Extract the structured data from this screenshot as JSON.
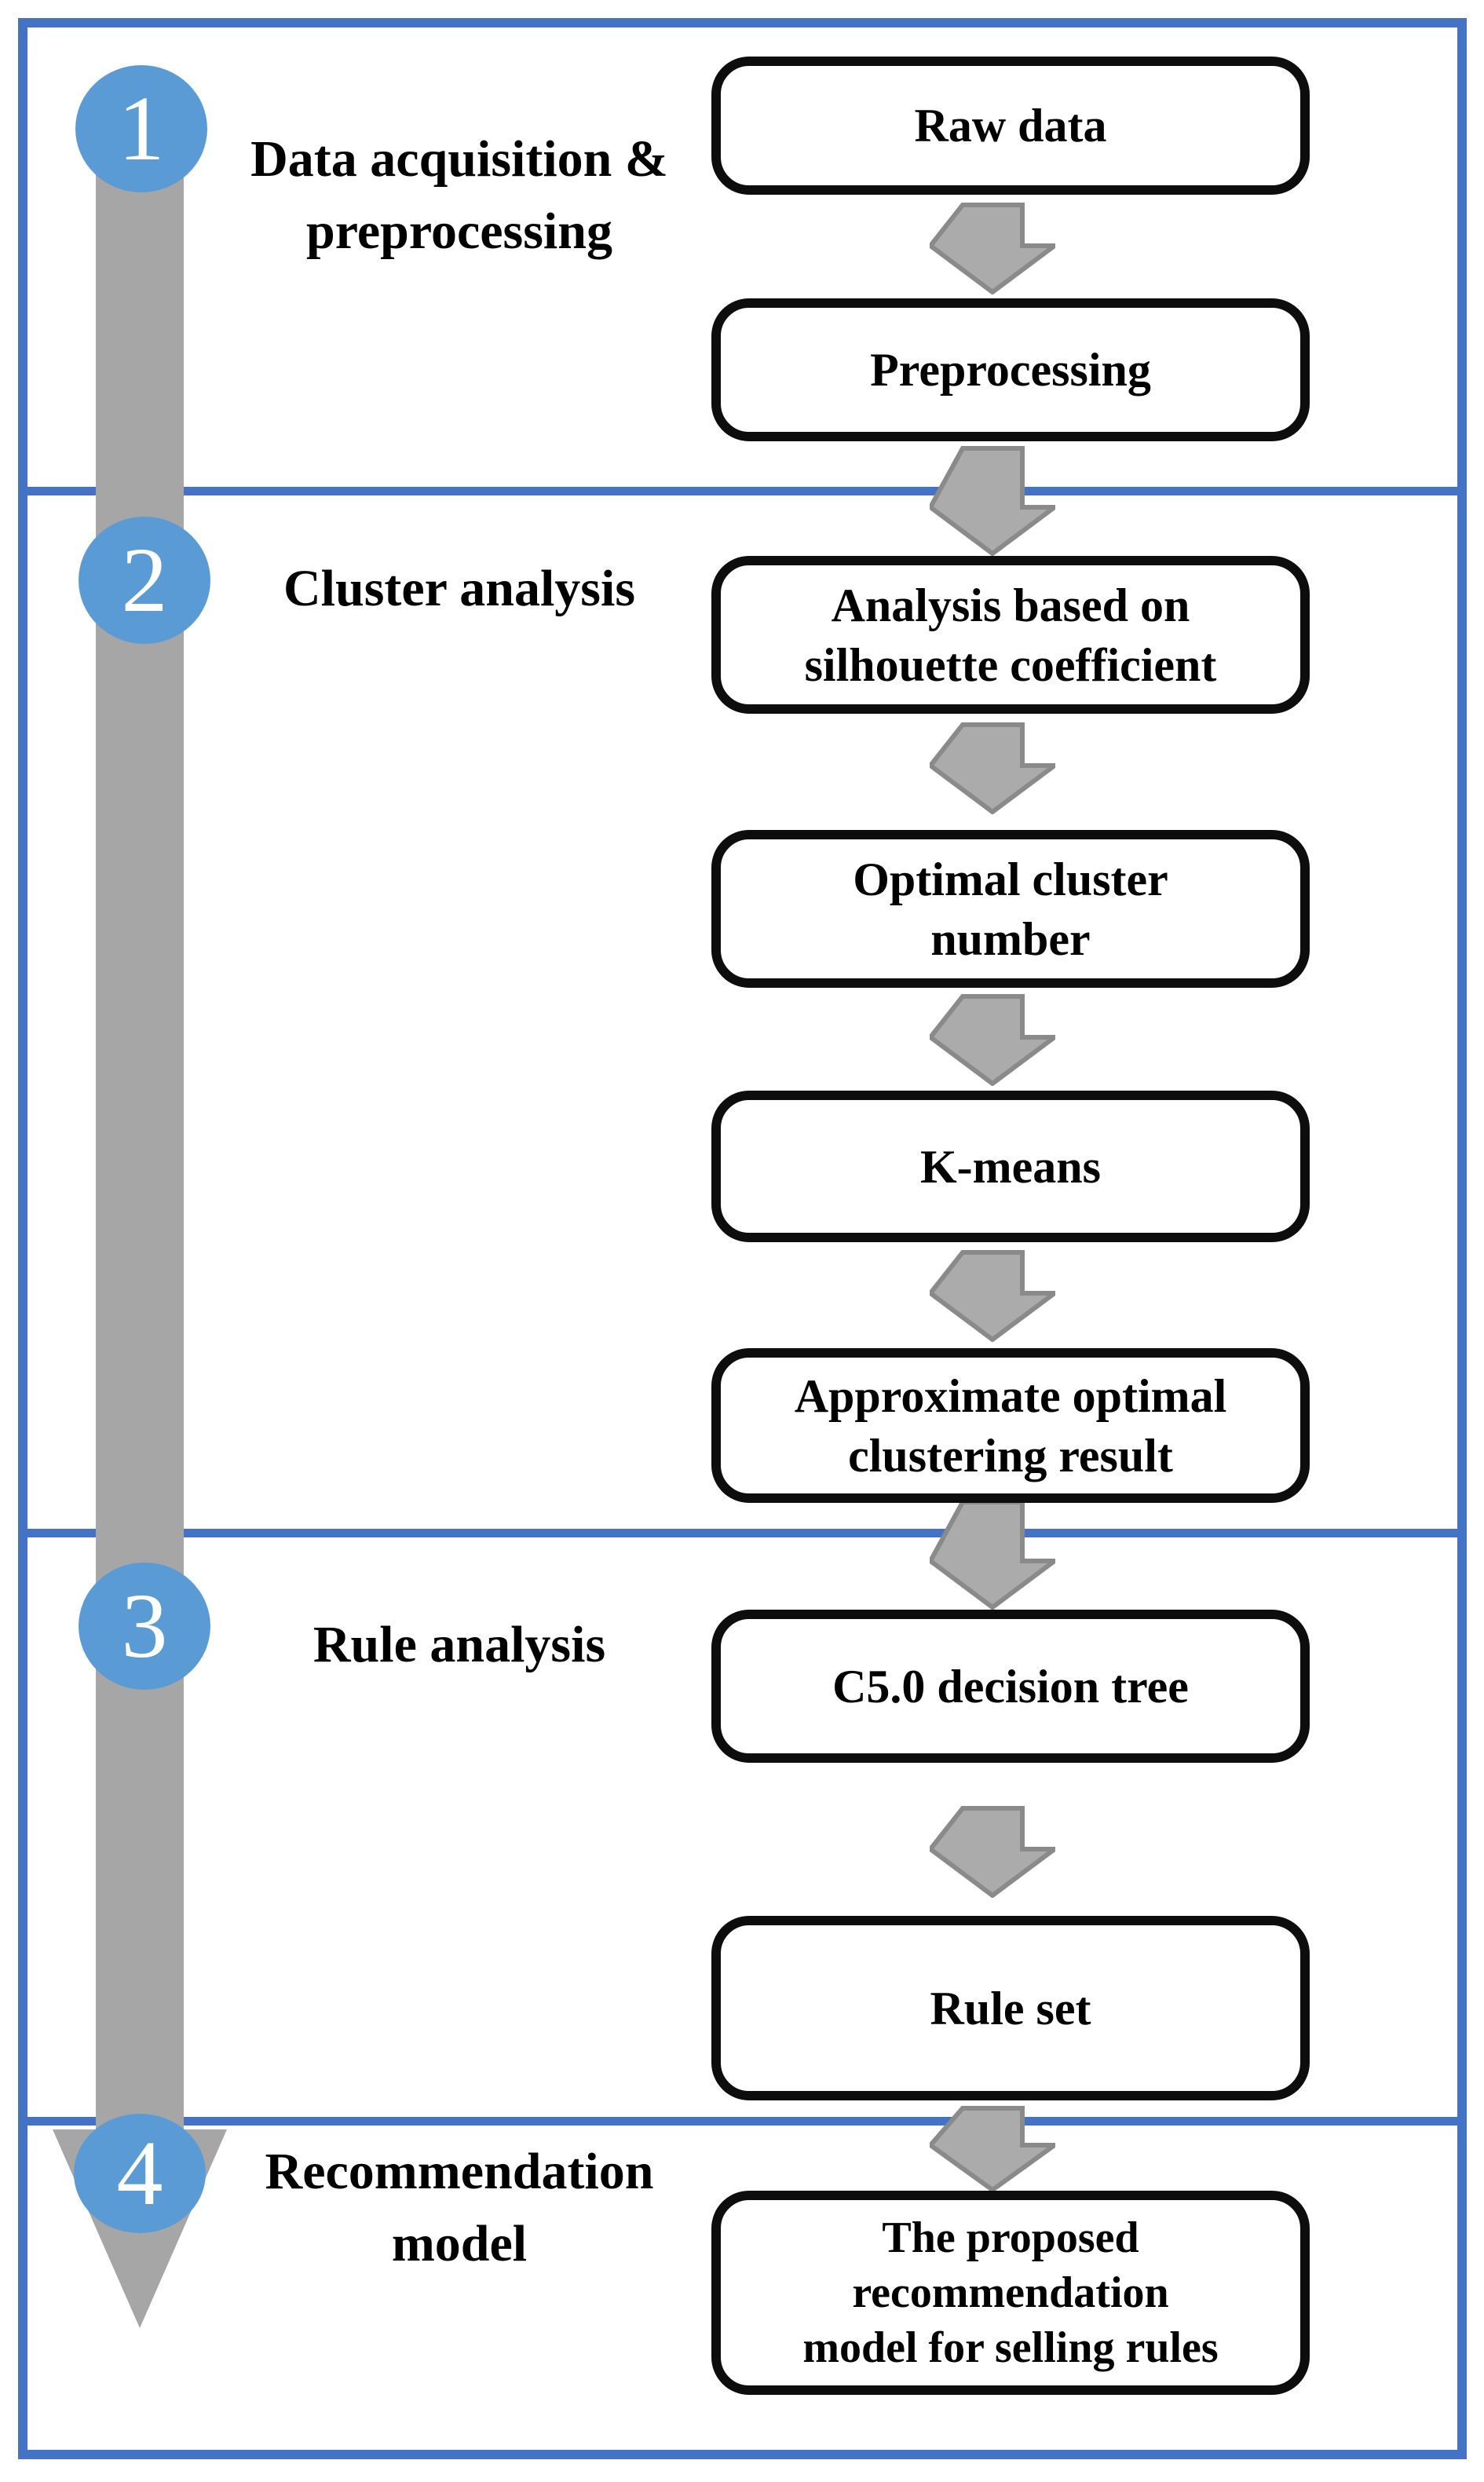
{
  "figure_name": "Recommendation model flowchart",
  "sections": [
    {
      "number": "1",
      "label_line1": "Data acquisition &",
      "label_line2": "preprocessing"
    },
    {
      "number": "2",
      "label_line1": "Cluster analysis",
      "label_line2": ""
    },
    {
      "number": "3",
      "label_line1": "Rule analysis",
      "label_line2": ""
    },
    {
      "number": "4",
      "label_line1": "Recommendation",
      "label_line2": "model"
    }
  ],
  "boxes": [
    {
      "text": "Raw data"
    },
    {
      "text": "Preprocessing"
    },
    {
      "text": "Analysis based on\nsilhouette coefficient"
    },
    {
      "text": "Optimal cluster\nnumber"
    },
    {
      "text": "K-means"
    },
    {
      "text": "Approximate optimal\nclustering result"
    },
    {
      "text": "C5.0 decision tree"
    },
    {
      "text": "Rule set"
    },
    {
      "text": "The proposed\nrecommendation\nmodel for selling rules"
    }
  ],
  "colors": {
    "accent_blue": "#4472C4",
    "circle_blue": "#5B9BD5",
    "bar_gray": "#A6A6A6",
    "arrow_fill": "#ABABAB",
    "arrow_stroke": "#8A8A8A",
    "box_border": "#0d0d0d"
  }
}
